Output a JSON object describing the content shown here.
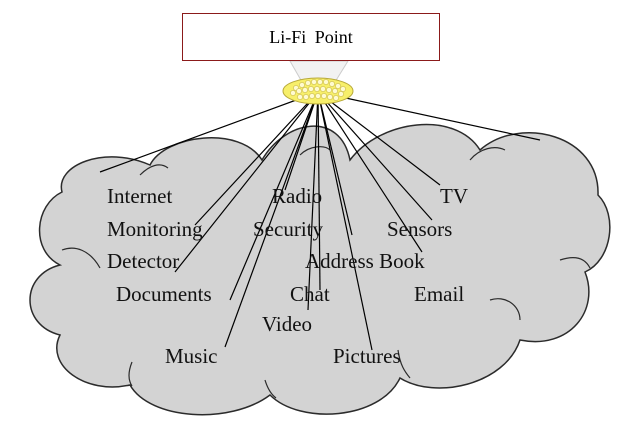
{
  "title": "Li-Fi Point",
  "colors": {
    "cloud_fill": "#d3d3d3",
    "cloud_stroke": "#2b2b2b",
    "box_border": "#8b1a1a",
    "bulb_fill": "#f7ef6a",
    "lines": "#000000"
  },
  "labels": {
    "internet": "Internet",
    "radio": "Radio",
    "tv": "TV",
    "monitoring": "Monitoring",
    "security": "Security",
    "sensors": "Sensors",
    "detector": "Detector",
    "address_book": "Address Book",
    "documents": "Documents",
    "chat": "Chat",
    "email": "Email",
    "video": "Video",
    "music": "Music",
    "pictures": "Pictures"
  }
}
